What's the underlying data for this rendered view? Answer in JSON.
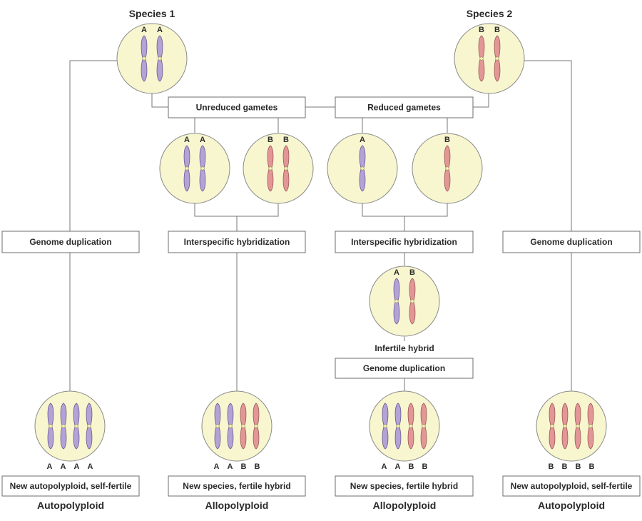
{
  "titles": {
    "species1": "Species 1",
    "species2": "Species 2"
  },
  "boxes": {
    "unreduced": "Unreduced gametes",
    "reduced": "Reduced gametes",
    "genome_dup_left": "Genome duplication",
    "hybrid_left": "Interspecific hybridization",
    "hybrid_right": "Interspecific hybridization",
    "genome_dup_right": "Genome duplication",
    "genome_dup_mid": "Genome duplication",
    "result1": "New autopolyploid, self-fertile",
    "result2": "New species, fertile hybrid",
    "result3": "New species, fertile hybrid",
    "result4": "New autopolyploid, self-fertile"
  },
  "captions": {
    "infertile": "Infertile hybrid"
  },
  "footers": {
    "f1": "Autopolyploid",
    "f2": "Allopolyploid",
    "f3": "Allopolyploid",
    "f4": "Autopolyploid"
  },
  "cells": {
    "species1": {
      "labels": [
        "A",
        "A"
      ],
      "genomes": [
        "A",
        "A"
      ]
    },
    "species2": {
      "labels": [
        "B",
        "B"
      ],
      "genomes": [
        "B",
        "B"
      ]
    },
    "unreduced_a": {
      "labels": [
        "A",
        "A"
      ],
      "genomes": [
        "A",
        "A"
      ]
    },
    "unreduced_b": {
      "labels": [
        "B",
        "B"
      ],
      "genomes": [
        "B",
        "B"
      ]
    },
    "reduced_a": {
      "labels": [
        "A"
      ],
      "genomes": [
        "A"
      ]
    },
    "reduced_b": {
      "labels": [
        "B"
      ],
      "genomes": [
        "B"
      ]
    },
    "hybrid": {
      "labels": [
        "A",
        "B"
      ],
      "genomes": [
        "A",
        "B"
      ]
    },
    "bottom1": {
      "labels": [
        "A",
        "A",
        "A",
        "A"
      ],
      "genomes": [
        "A",
        "A",
        "A",
        "A"
      ]
    },
    "bottom2": {
      "labels": [
        "A",
        "A",
        "B",
        "B"
      ],
      "genomes": [
        "A",
        "A",
        "B",
        "B"
      ]
    },
    "bottom3": {
      "labels": [
        "A",
        "A",
        "B",
        "B"
      ],
      "genomes": [
        "A",
        "A",
        "B",
        "B"
      ]
    },
    "bottom4": {
      "labels": [
        "B",
        "B",
        "B",
        "B"
      ],
      "genomes": [
        "B",
        "B",
        "B",
        "B"
      ]
    }
  }
}
